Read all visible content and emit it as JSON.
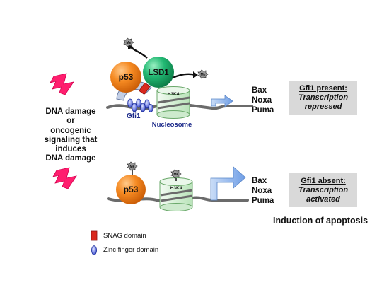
{
  "trigger": {
    "lines": [
      "DNA damage",
      "or",
      "oncogenic",
      "signaling that",
      "induces",
      "DNA damage"
    ]
  },
  "top_panel": {
    "proteins": {
      "p53": "p53",
      "lsd1": "LSD1",
      "gfi1": "Gfi1"
    },
    "histone_mark": "H3K4",
    "nucleosome": "Nucleosome",
    "methyl_badge": "Me",
    "genes": [
      "Bax",
      "Noxa",
      "Puma"
    ],
    "status": {
      "heading": "Gfi1 present:",
      "line1": "Transcription",
      "line2": "repressed"
    }
  },
  "bottom_panel": {
    "proteins": {
      "p53": "p53"
    },
    "histone_mark": "H3K4",
    "methyl_badge": "Me",
    "genes": [
      "Bax",
      "Noxa",
      "Puma"
    ],
    "status": {
      "heading": "Gfi1 absent:",
      "line1": "Transcription",
      "line2": "activated"
    }
  },
  "outcome": "Induction of apoptosis",
  "legend": {
    "snag": "SNAG domain",
    "zinc": "Zinc finger domain"
  },
  "colors": {
    "p53": "#f07a12",
    "lsd1": "#1aa86a",
    "gfi1_ring": "#b9c7df",
    "zinc_finger": "#5b6fd6",
    "snag": "#d9281e",
    "lightning": "#ff1e6e",
    "arrow": "#8fb3ea",
    "nucleosome": "#d8f0d8",
    "status_box": "#d9d9d9",
    "dna": "#6b6b6b"
  }
}
